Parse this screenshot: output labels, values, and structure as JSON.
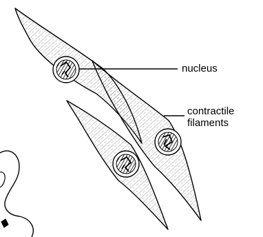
{
  "labels": {
    "nucleus": "nucleus",
    "contractile_line1": "contractile",
    "contractile_line2": "filaments"
  },
  "colors": {
    "ink": "#000000",
    "fill": "#ffffff",
    "filament": "#555555"
  }
}
